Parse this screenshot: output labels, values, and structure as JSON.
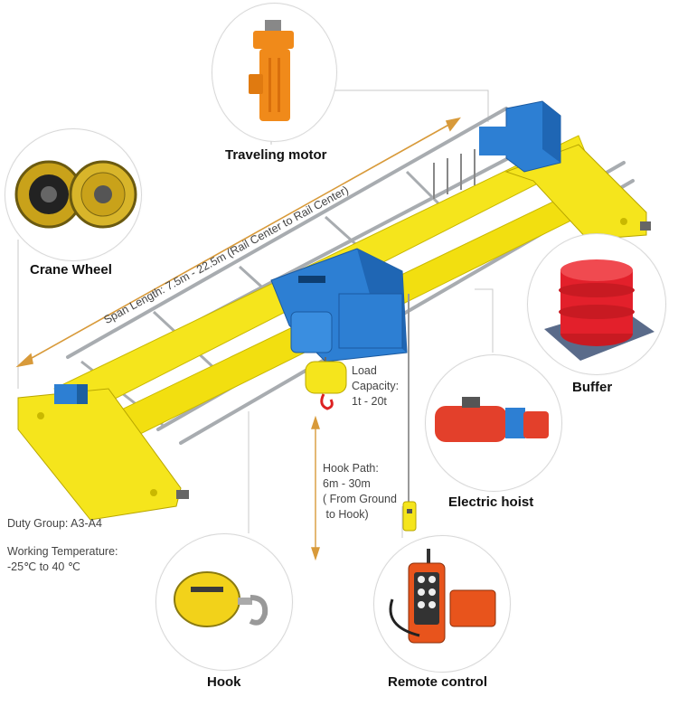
{
  "components": {
    "traveling_motor": "Traveling motor",
    "crane_wheel": "Crane Wheel",
    "buffer": "Buffer",
    "electric_hoist": "Electric hoist",
    "hook": "Hook",
    "remote_control": "Remote control"
  },
  "specs": {
    "span_length": "Span Length: 7.5m - 22.5m (Rail Center to Rail Center)",
    "load_capacity": [
      "Load",
      "Capacity:",
      "1t - 20t"
    ],
    "hook_path": [
      "Hook Path:",
      "6m - 30m",
      "( From Ground",
      " to Hook)"
    ],
    "duty_group": "Duty Group: A3-A4",
    "working_temperature": [
      "Working Temperature:",
      "-25℃ to 40 ℃"
    ]
  },
  "colors": {
    "girder_yellow": "#f5e51c",
    "hoist_blue": "#2d7fd3",
    "buffer_red": "#e3202b",
    "motor_orange": "#f08a1a",
    "hook_yellow": "#f2d21a",
    "remote_orange": "#e8541c",
    "rail_gray": "#a8acb0",
    "arrow_orange": "#d89a3a"
  }
}
